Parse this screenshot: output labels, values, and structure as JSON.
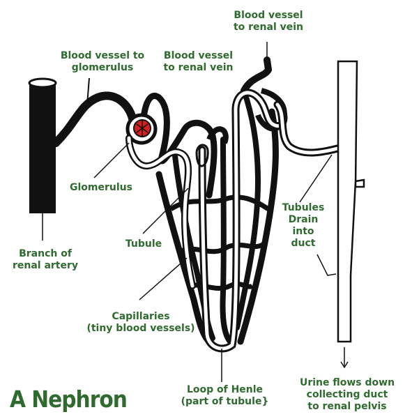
{
  "title": "A Nephron",
  "colors": {
    "label": "#2f6b2f",
    "vessel": "#111111",
    "glomerulus": "#d42020",
    "background": "#ffffff"
  },
  "labels": {
    "vessel_to_vein_top": "Blood vessel\nto renal vein",
    "vessel_to_glomerulus": "Blood vessel to\nglomerulus",
    "vessel_to_vein": "Blood vessel\nto renal vein",
    "glomerulus": "Glomerulus",
    "branch_renal_artery": "Branch of\nrenal artery",
    "tubule": "Tubule",
    "tubules_drain": "Tubules\nDrain\ninto\nduct",
    "capillaries": "Capillaries\n(tiny blood vessels)",
    "loop_of_henle": "Loop of Henle\n(part of tubule}",
    "urine_flows": "Urine flows down\ncollecting duct\nto renal pelvis"
  }
}
